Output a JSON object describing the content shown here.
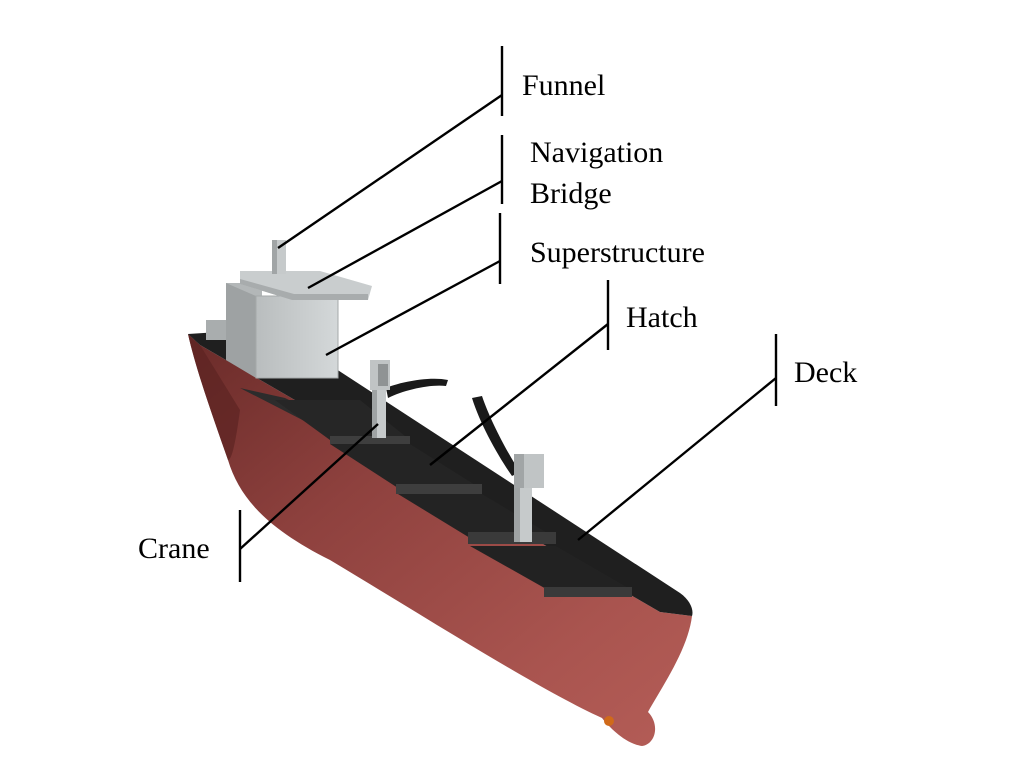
{
  "labels": {
    "funnel": "Funnel",
    "navigation_bridge_line1": "Navigation",
    "navigation_bridge_line2": "Bridge",
    "superstructure": "Superstructure",
    "hatch": "Hatch",
    "deck": "Deck",
    "crane": "Crane"
  },
  "colors": {
    "hull": "#a24f4c",
    "hull_shadow": "#6e2e2c",
    "deck": "#1f1f1f",
    "deck_edge": "#3a3a3a",
    "superstructure": "#c7cbcc",
    "superstructure_shade": "#9fa4a5",
    "crane": "#c2c6c7",
    "bulb_marker": "#d06a1a",
    "leader": "#000000"
  }
}
